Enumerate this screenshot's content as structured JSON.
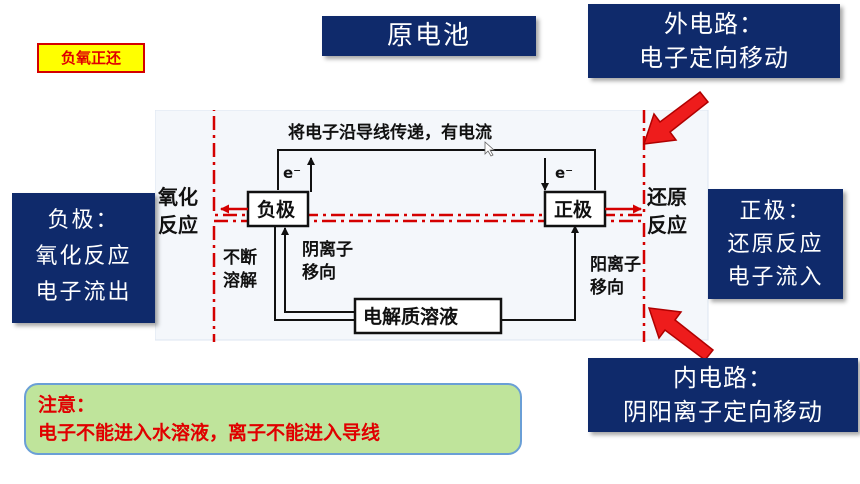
{
  "tag": "负氧正还",
  "title": "原电池",
  "outer_circuit": {
    "line1": "外电路：",
    "line2": "电子定向移动"
  },
  "negative_box": {
    "line1": "负极：",
    "line2": "氧化反应",
    "line3": "电子流出"
  },
  "positive_box": {
    "line1": "正极：",
    "line2": "还原反应",
    "line3": "电子流入"
  },
  "inner_circuit": {
    "line1": "内电路：",
    "line2": "阴阳离子定向移动"
  },
  "note": {
    "line1": "注意：",
    "line2": "电子不能进入水溶液，离子不能进入导线"
  },
  "diagram": {
    "top_label": "将电子沿导线传递，有电流",
    "electron_left": "e⁻",
    "electron_right": "e⁻",
    "anode": "负极",
    "cathode": "正极",
    "left_reaction_1": "氧化",
    "left_reaction_2": "反应",
    "right_reaction_1": "还原",
    "right_reaction_2": "反应",
    "dissolve_1": "不断",
    "dissolve_2": "溶解",
    "anion_1": "阴离子",
    "anion_2": "移向",
    "cation_1": "阳离子",
    "cation_2": "移向",
    "electrolyte": "电解质溶液"
  },
  "colors": {
    "navy": "#0f2a6b",
    "red": "#e00000",
    "note_fill": "#bfe49b",
    "tag_fill": "#ffff00"
  }
}
